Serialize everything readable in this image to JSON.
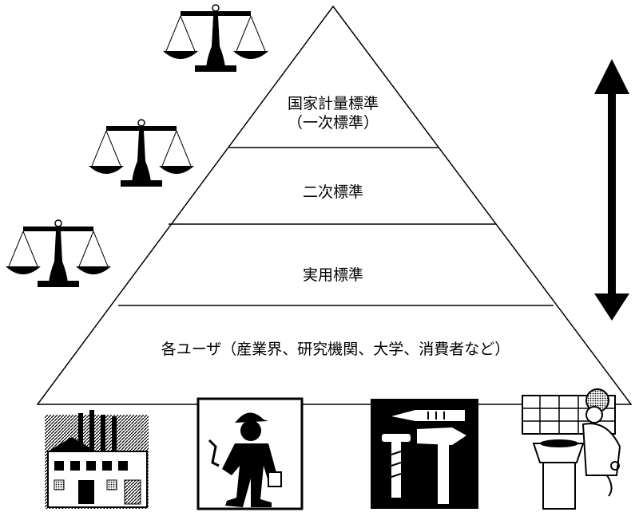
{
  "pyramid": {
    "tiers": [
      {
        "id": "national",
        "line1": "国家計量標準",
        "line2": "（一次標準）"
      },
      {
        "id": "secondary",
        "line1": "二次標準"
      },
      {
        "id": "practical",
        "line1": "実用標準"
      },
      {
        "id": "users",
        "line1": "各ユーザ（産業界、研究機関、大学、消費者など）"
      }
    ]
  },
  "icons": {
    "scales": [
      "balance-scale-icon",
      "balance-scale-icon",
      "balance-scale-icon"
    ],
    "arrow": "double-headed-arrow-icon",
    "users": [
      "factory-icon",
      "worker-icon",
      "tools-icon",
      "consumer-icon"
    ]
  },
  "colors": {
    "ink": "#000000",
    "paper": "#ffffff"
  }
}
